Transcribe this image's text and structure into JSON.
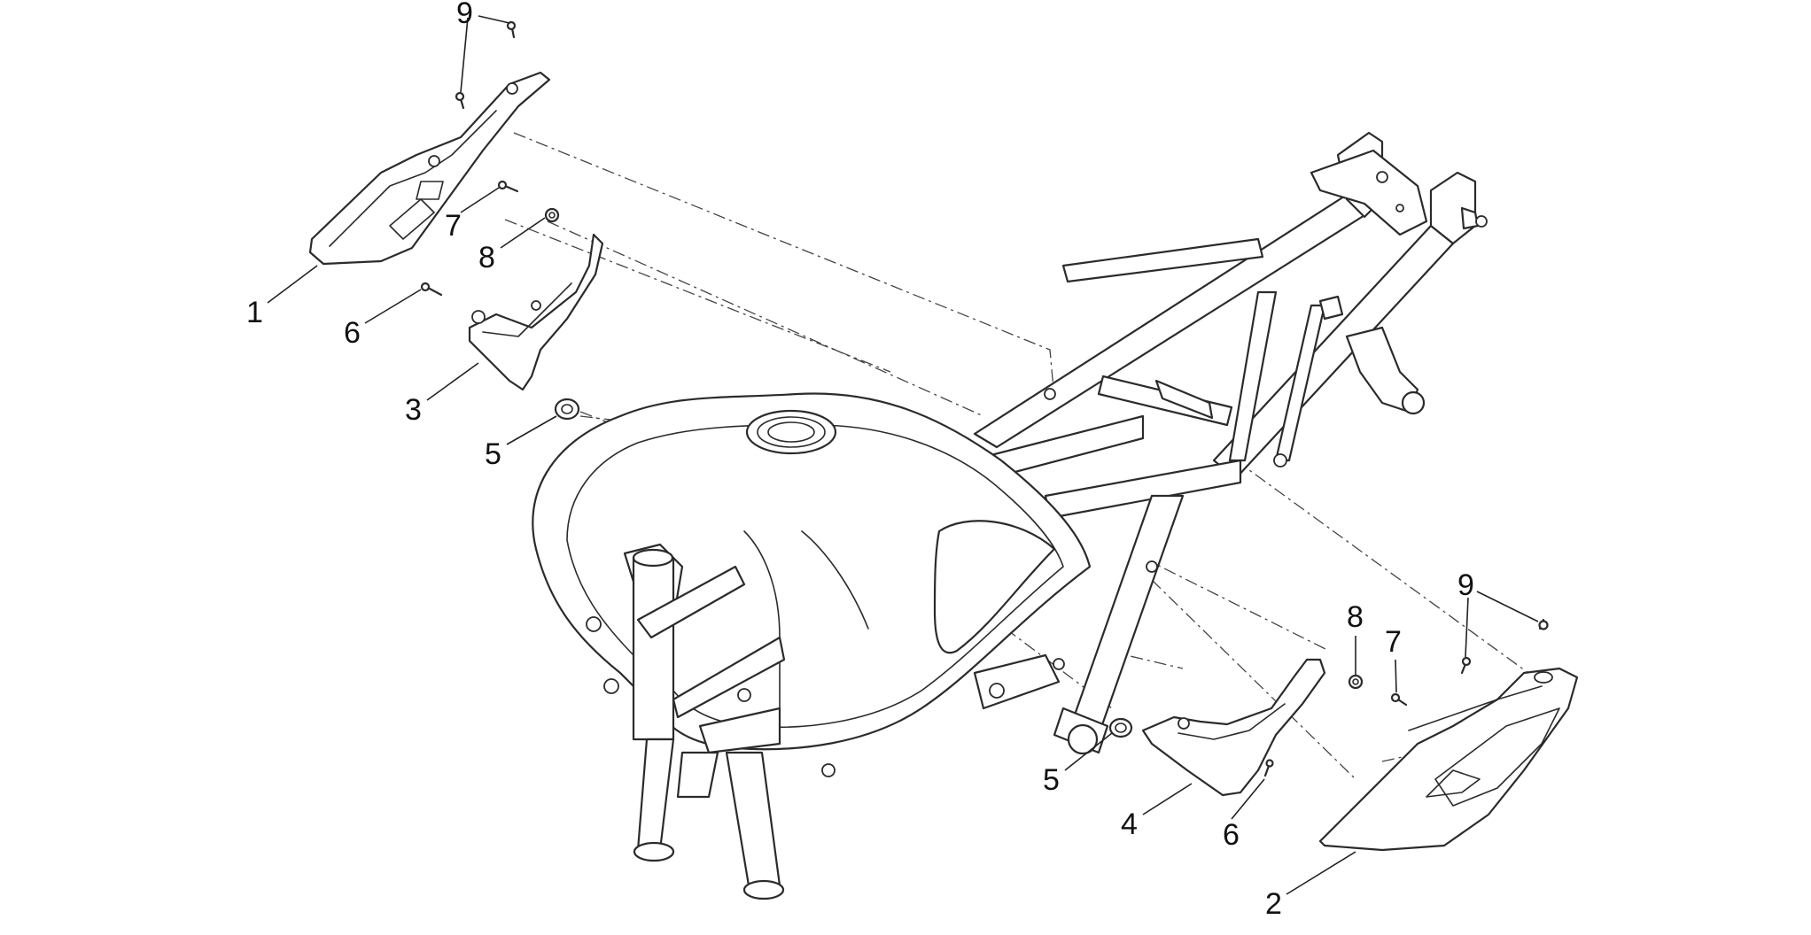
{
  "callouts": {
    "c1": "1",
    "c2": "2",
    "c3": "3",
    "c4": "4",
    "c5_left": "5",
    "c5_right": "5",
    "c6_left": "6",
    "c6_right": "6",
    "c7_left": "7",
    "c7_right": "7",
    "c8_left": "8",
    "c8_right": "8",
    "c9_left": "9",
    "c9_right": "9"
  },
  "colors": {
    "line": "#2b2b2b",
    "background": "#ffffff"
  }
}
